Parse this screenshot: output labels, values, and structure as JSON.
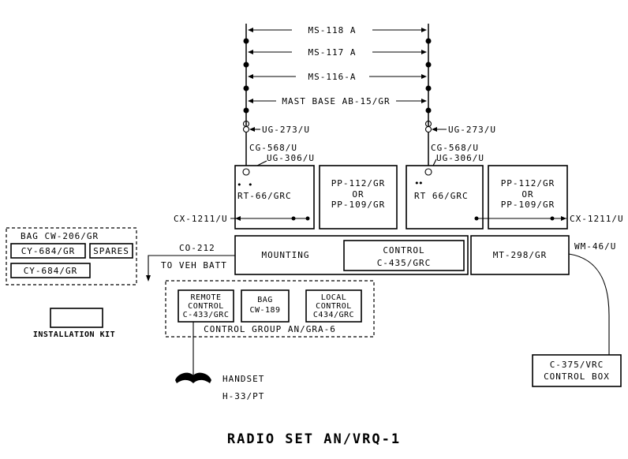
{
  "title": "RADIO SET AN/VRQ-1",
  "mast": {
    "ms118": "MS-118 A",
    "ms117": "MS-117 A",
    "ms116": "MS-116-A",
    "base": "MAST BASE AB-15/GR"
  },
  "left_unit": {
    "ug273": "UG-273/U",
    "cg568": "CG-568/U",
    "ug306": "UG-306/U",
    "rt": "RT-66/GRC",
    "pp_line1": "PP-112/GR",
    "pp_or": "OR",
    "pp_line2": "PP-109/GR",
    "cx": "CX-1211/U"
  },
  "right_unit": {
    "ug273": "UG-273/U",
    "cg568": "CG-568/U",
    "ug306": "UG-306/U",
    "rt": "RT 66/GRC",
    "pp_line1": "PP-112/GR",
    "pp_or": "OR",
    "pp_line2": "PP-109/GR",
    "cx": "CX-1211/U"
  },
  "mounting": {
    "label": "MOUNTING",
    "co": "CO-212",
    "to_batt": "TO VEH BATT"
  },
  "control": {
    "line1": "CONTROL",
    "line2": "C-435/GRC"
  },
  "mt": {
    "label": "MT-298/GR",
    "wm": "WM-46/U"
  },
  "bag": {
    "title": "BAG CW-206/GR",
    "cy1": "CY-684/GR",
    "spares": "SPARES",
    "cy2": "CY-684/GR"
  },
  "installation_kit": "INSTALLATION KIT",
  "control_group": {
    "remote_l1": "REMOTE",
    "remote_l2": "CONTROL",
    "remote_l3": "C-433/GRC",
    "bag_l1": "BAG",
    "bag_l2": "CW-189",
    "local_l1": "LOCAL",
    "local_l2": "CONTROL",
    "local_l3": "C434/GRC",
    "group_label": "CONTROL GROUP AN/GRA-6"
  },
  "handset": {
    "line1": "HANDSET",
    "line2": "H-33/PT"
  },
  "control_box": {
    "line1": "C-375/VRC",
    "line2": "CONTROL BOX"
  }
}
